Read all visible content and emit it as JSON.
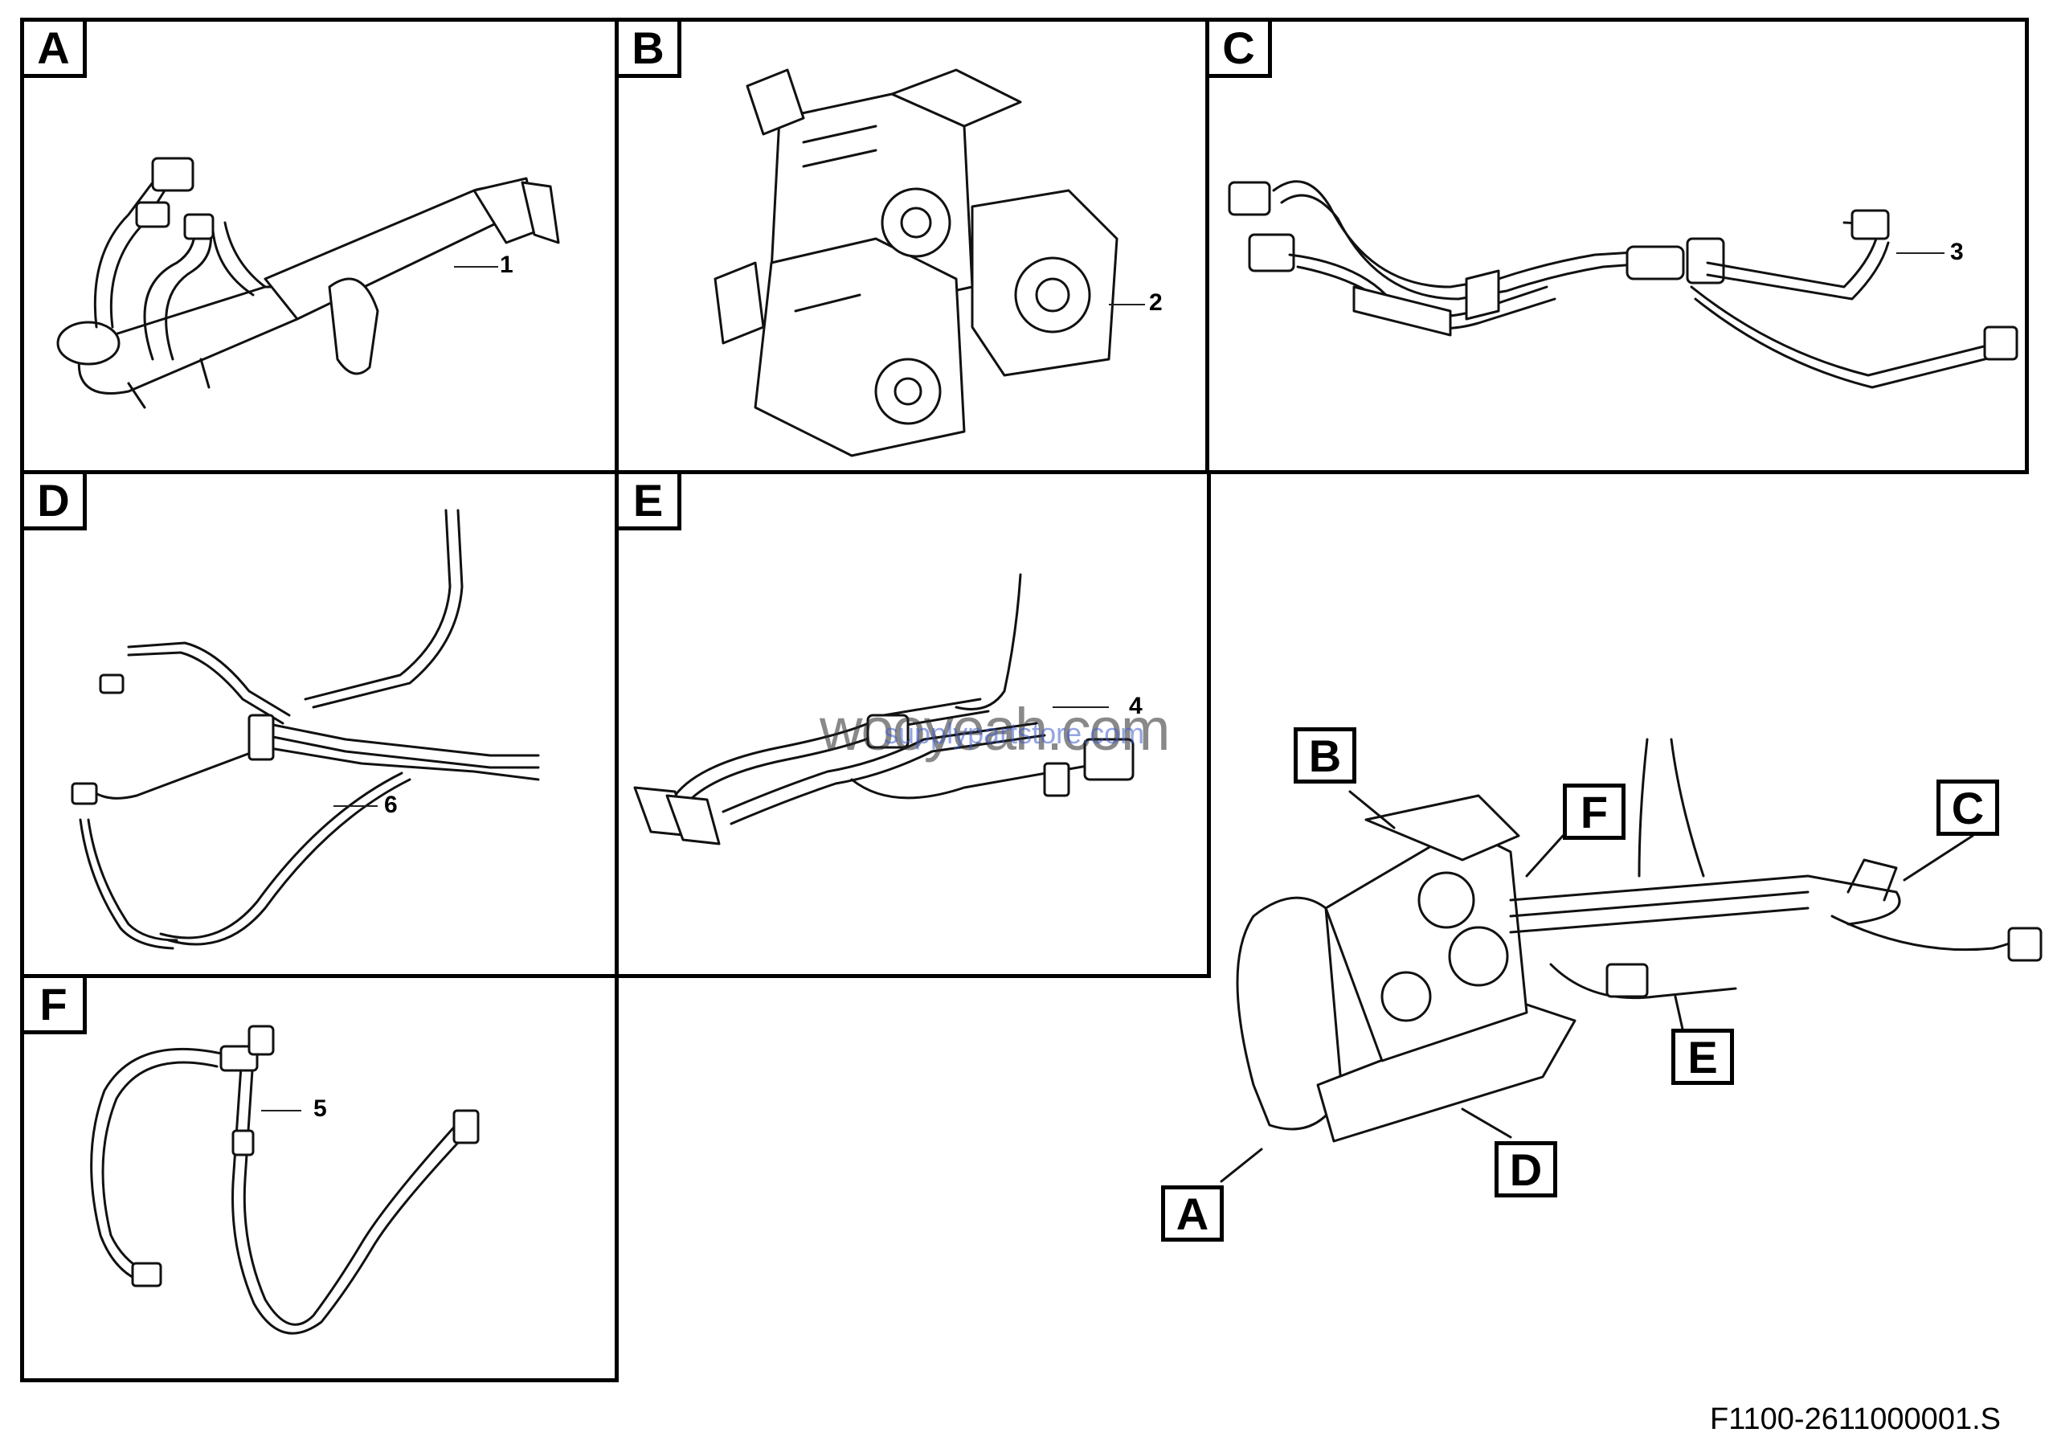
{
  "panels": [
    {
      "id": "A",
      "label": "A",
      "callout": "1"
    },
    {
      "id": "B",
      "label": "B",
      "callout": "2"
    },
    {
      "id": "C",
      "label": "C",
      "callout": "3"
    },
    {
      "id": "D",
      "label": "D",
      "callout": "6"
    },
    {
      "id": "E",
      "label": "E",
      "callout": "4"
    },
    {
      "id": "F",
      "label": "F",
      "callout": "5"
    }
  ],
  "overview_keys": [
    "A",
    "B",
    "C",
    "D",
    "E",
    "F"
  ],
  "watermark": {
    "main": "wooyeah.com",
    "sub": "supplypartstore.com"
  },
  "reference_code": "F1100-2611000001.S"
}
